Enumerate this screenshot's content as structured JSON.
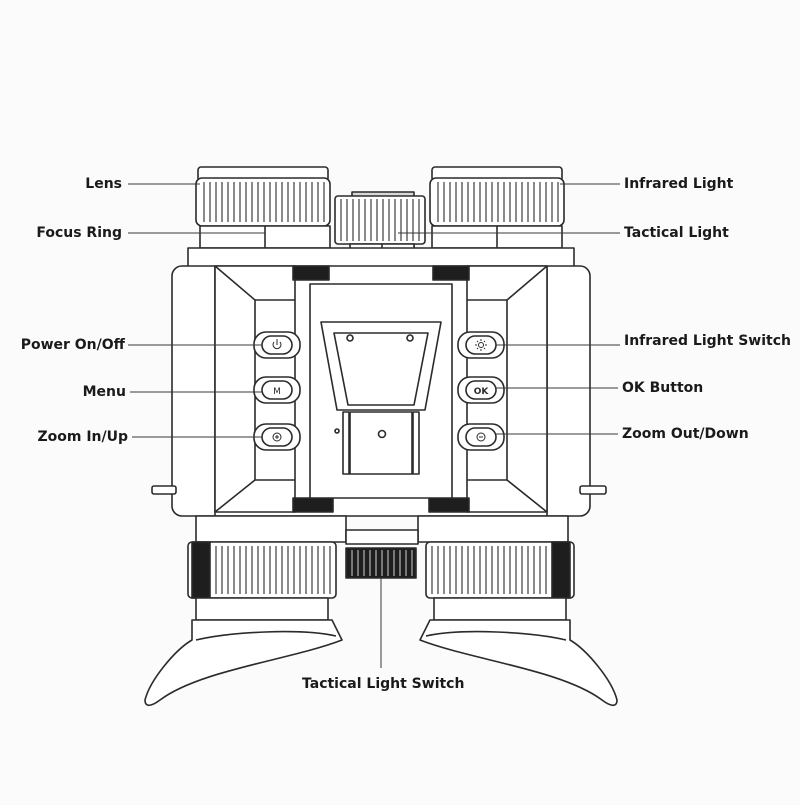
{
  "callouts": {
    "lens": "Lens",
    "focus_ring": "Focus Ring",
    "power": "Power On/Off",
    "menu": "Menu",
    "zoom_in": "Zoom In/Up",
    "infrared_light": "Infrared Light",
    "tactical_light": "Tactical Light",
    "infrared_switch": "Infrared Light Switch",
    "ok_button": "OK Button",
    "zoom_out": "Zoom Out/Down",
    "tactical_switch": "Tactical Light Switch"
  },
  "button_glyphs": {
    "menu": "M",
    "ok": "OK"
  },
  "icons": [
    "power-icon",
    "zoom-in-icon",
    "zoom-out-icon",
    "infrared-icon"
  ],
  "colors": {
    "line": "#2b2b2b",
    "fill": "#ffffff",
    "dark": "#1e1e1e",
    "background": "#fbfbfb"
  }
}
